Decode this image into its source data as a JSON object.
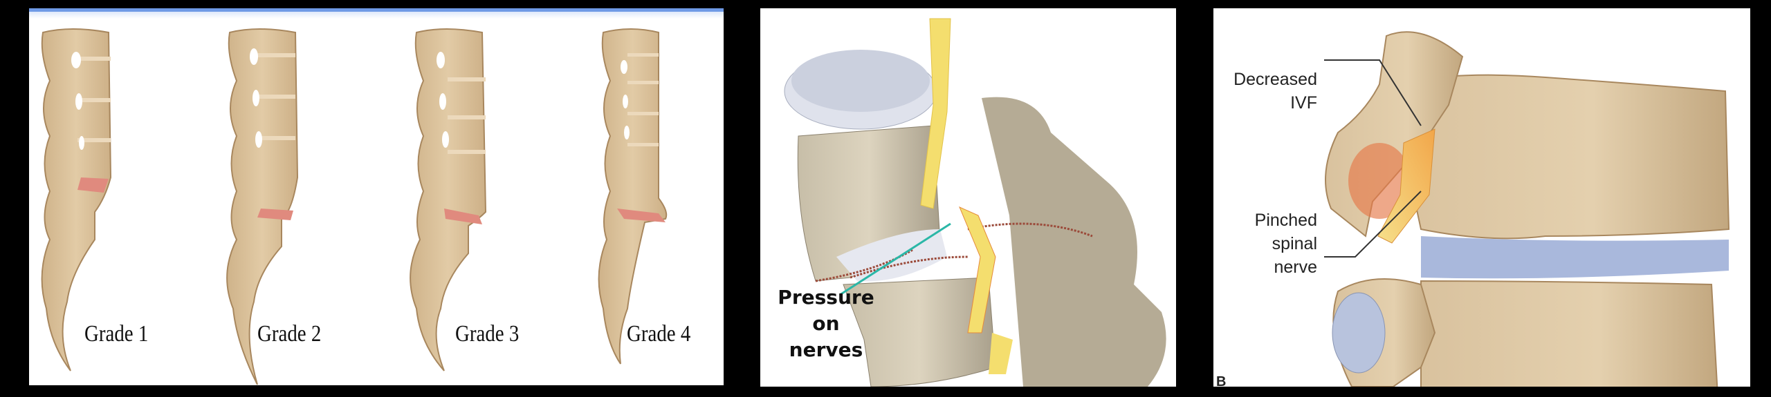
{
  "panels": [
    {
      "id": "spondylolisthesis-grades",
      "labels": [
        "Grade 1",
        "Grade 2",
        "Grade 3",
        "Grade 4"
      ]
    },
    {
      "id": "vertebral-fracture-nerve",
      "annotation": {
        "line1": "Pressure",
        "line2": "on",
        "line3": "nerves"
      }
    },
    {
      "id": "foraminal-stenosis",
      "callouts": {
        "ivf": {
          "line1": "Decreased",
          "line2": "IVF"
        },
        "nerve": {
          "line1": "Pinched",
          "line2": "spinal",
          "line3": "nerve"
        }
      },
      "figure_letter": "B"
    }
  ],
  "colors": {
    "background": "#000000",
    "bone": "#d9bf9a",
    "bone_shadow": "#b89a72",
    "disc_slip": "#e08a7e",
    "nerve": "#f3dc6a",
    "disc_blue": "#a9b8dc",
    "pointer_teal": "#2bb7a7",
    "panel_top_border": "#6f9ae6"
  }
}
